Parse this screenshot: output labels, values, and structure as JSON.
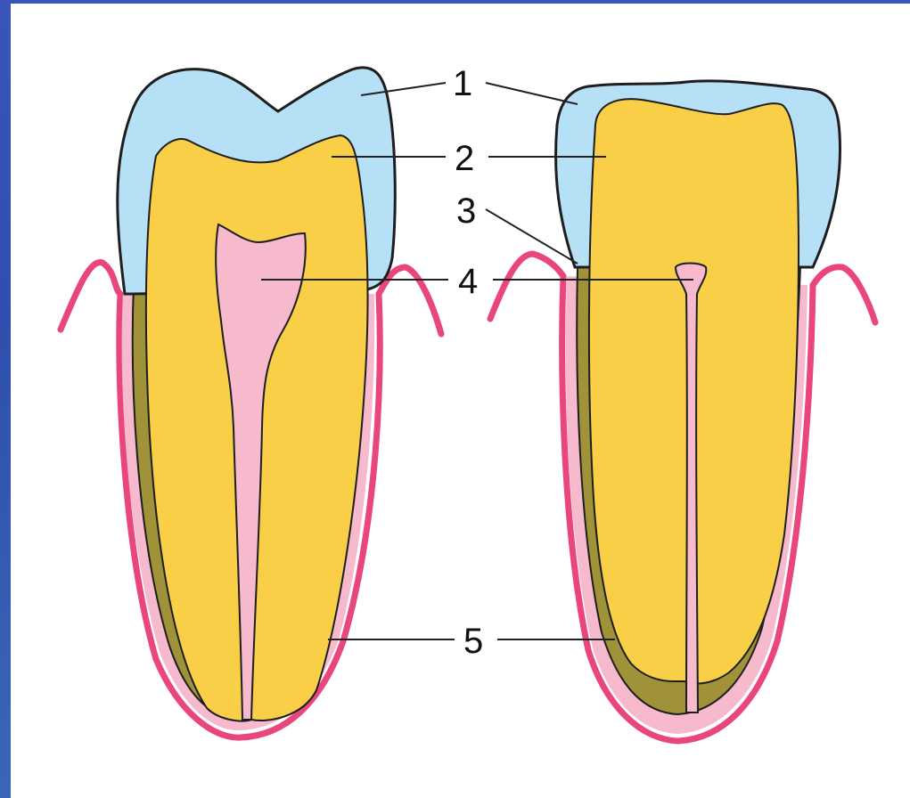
{
  "labels": [
    {
      "id": "1",
      "text": "1"
    },
    {
      "id": "2",
      "text": "2"
    },
    {
      "id": "3",
      "text": "3"
    },
    {
      "id": "4",
      "text": "4"
    },
    {
      "id": "5",
      "text": "5"
    }
  ],
  "colors": {
    "background": "#3a55b8",
    "enamel": "#b5e0f6",
    "dentin": "#f8cf47",
    "pulp": "#f7b9cc",
    "cementum": "#a09238",
    "gingiva": "#e8467c",
    "periodontal_ligament": "#f7b9cc",
    "outline": "#1e1e1e"
  }
}
